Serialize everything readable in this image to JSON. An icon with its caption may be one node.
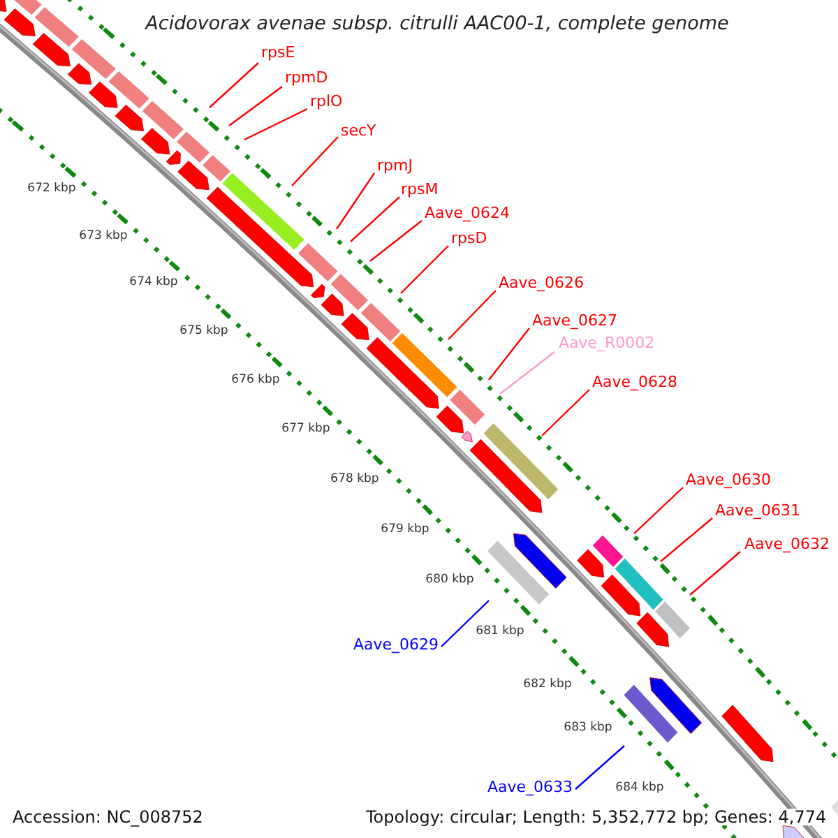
{
  "diagram": {
    "title": "Acidovorax avenae subsp. citrulli AAC00-1, complete genome",
    "nodes": [
      {
        "text": [
          "rpsE"
        ]
      },
      {
        "text": [
          "rpmD"
        ]
      },
      {
        "text": [
          "rplO"
        ]
      },
      {
        "text": [
          "secY"
        ]
      },
      {
        "text": [
          "rpmJ"
        ]
      },
      {
        "text": [
          "rpsM"
        ]
      },
      {
        "text": [
          "Aave_0624"
        ]
      },
      {
        "text": [
          "rpsD"
        ]
      },
      {
        "text": [
          "Aave_0626"
        ]
      },
      {
        "text": [
          "Aave_0627"
        ]
      },
      {
        "text": [
          "Aave_R0002"
        ]
      },
      {
        "text": [
          "Aave_0628"
        ]
      },
      {
        "text": [
          "Aave_0630"
        ]
      },
      {
        "text": [
          "Aave_0631"
        ]
      },
      {
        "text": [
          "Aave_0632"
        ]
      },
      {
        "text": [
          "Aave_0629"
        ]
      },
      {
        "text": [
          "Aave_0633"
        ]
      }
    ],
    "edges": [
      {
        "from": 0,
        "to": null,
        "arrow": "none"
      },
      {
        "from": 1,
        "to": null,
        "arrow": "none"
      },
      {
        "from": 2,
        "to": null,
        "arrow": "none"
      },
      {
        "from": 3,
        "to": null,
        "arrow": "none"
      },
      {
        "from": 4,
        "to": null,
        "arrow": "none"
      },
      {
        "from": 5,
        "to": null,
        "arrow": "none"
      },
      {
        "from": 6,
        "to": null,
        "arrow": "none"
      },
      {
        "from": 7,
        "to": null,
        "arrow": "none"
      },
      {
        "from": 8,
        "to": null,
        "arrow": "none"
      },
      {
        "from": 9,
        "to": null,
        "arrow": "none"
      },
      {
        "from": 10,
        "to": null,
        "arrow": "none",
        "color": "#ff99cc"
      },
      {
        "from": 11,
        "to": null,
        "arrow": "none"
      },
      {
        "from": 12,
        "to": null,
        "arrow": "none"
      },
      {
        "from": 13,
        "to": null,
        "arrow": "none"
      },
      {
        "from": 14,
        "to": null,
        "arrow": "none"
      },
      {
        "from": 15,
        "to": null,
        "arrow": "none",
        "color": "#0000ff"
      },
      {
        "from": 16,
        "to": null,
        "arrow": "none",
        "color": "#0000ff"
      }
    ],
    "labels": [
      "672 kbp",
      "673 kbp",
      "674 kbp",
      "675 kbp",
      "676 kbp",
      "677 kbp",
      "678 kbp",
      "679 kbp",
      "680 kbp",
      "681 kbp",
      "682 kbp",
      "683 kbp",
      "684 kbp",
      "Accession: NC_008752",
      "Topology: circular; Length: 5,352,772 bp; Genes: 4,774"
    ]
  }
}
